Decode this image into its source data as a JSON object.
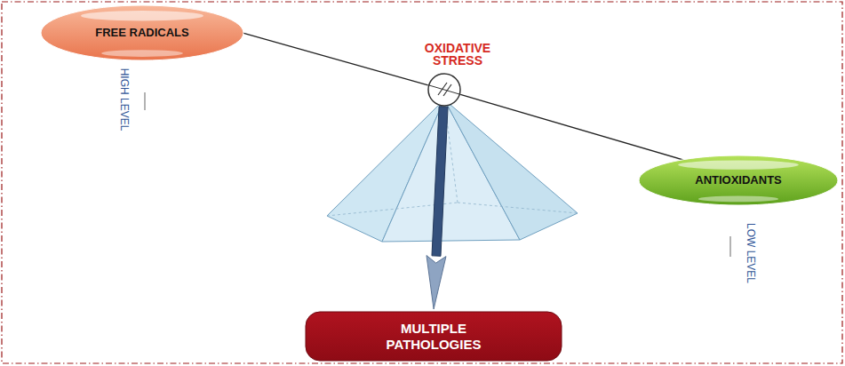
{
  "diagram": {
    "nodes": [
      {
        "text": [
          "FREE RADICALS"
        ]
      },
      {
        "text": [
          "OXIDATIVE STRESS"
        ]
      },
      {
        "text": [
          "ANTIOXIDANTS"
        ]
      },
      {
        "text": [
          "MULTIPLE PATHOLOGIES"
        ]
      }
    ],
    "edges": [
      {
        "from": 0,
        "to": 1,
        "arrow": "none"
      },
      {
        "from": 1,
        "to": 2,
        "arrow": "none"
      },
      {
        "from": 1,
        "to": 3,
        "arrow": "to"
      }
    ],
    "labels": [
      "HIGH LEVEL",
      "LOW LEVEL"
    ]
  }
}
